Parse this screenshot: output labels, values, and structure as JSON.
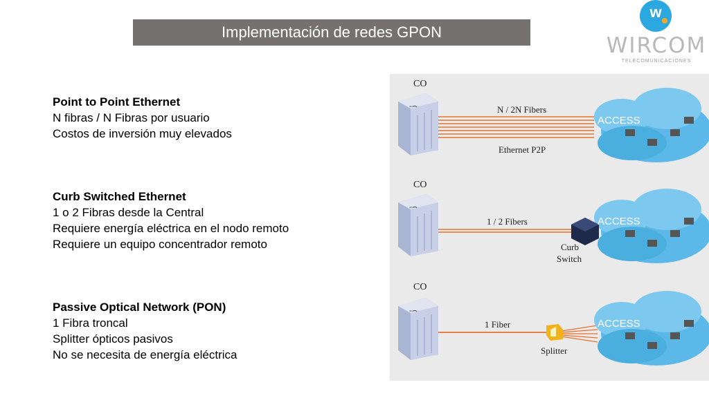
{
  "title": "Implementación de redes GPON",
  "logo": {
    "name": "WIRCOM",
    "subtitle": "TELECOMUNICACIONES",
    "mark": "w"
  },
  "sections": [
    {
      "heading": "Point to Point Ethernet",
      "lines": [
        "N fibras / N Fibras por usuario",
        "Costos de inversión muy elevados"
      ]
    },
    {
      "heading": "Curb Switched Ethernet",
      "lines": [
        "1 o 2 Fibras desde la Central",
        "Requiere energía eléctrica en el nodo remoto",
        "Requiere un equipo concentrador remoto"
      ]
    },
    {
      "heading": "Passive Optical Network (PON)",
      "lines": [
        "1 Fibra troncal",
        "Splitter ópticos pasivos",
        "No se necesita de energía eléctrica"
      ]
    }
  ],
  "diagram": {
    "panels": [
      {
        "co": "CO",
        "fiber_label": "N / 2N Fibers",
        "bottom_label": "Ethernet P2P",
        "cloud_label": "ACCESS"
      },
      {
        "co": "CO",
        "fiber_label": "1 / 2 Fibers",
        "device_label_1": "Curb",
        "device_label_2": "Switch",
        "cloud_label": "ACCESS"
      },
      {
        "co": "CO",
        "fiber_label": "1 Fiber",
        "device_label_1": "Splitter",
        "cloud_label": "ACCESS"
      }
    ],
    "colors": {
      "fiber": "#e8702a",
      "cloud": "#4fb3e6",
      "cloud_dark": "#2a86c4",
      "co_box": "#b9c4dc"
    }
  }
}
